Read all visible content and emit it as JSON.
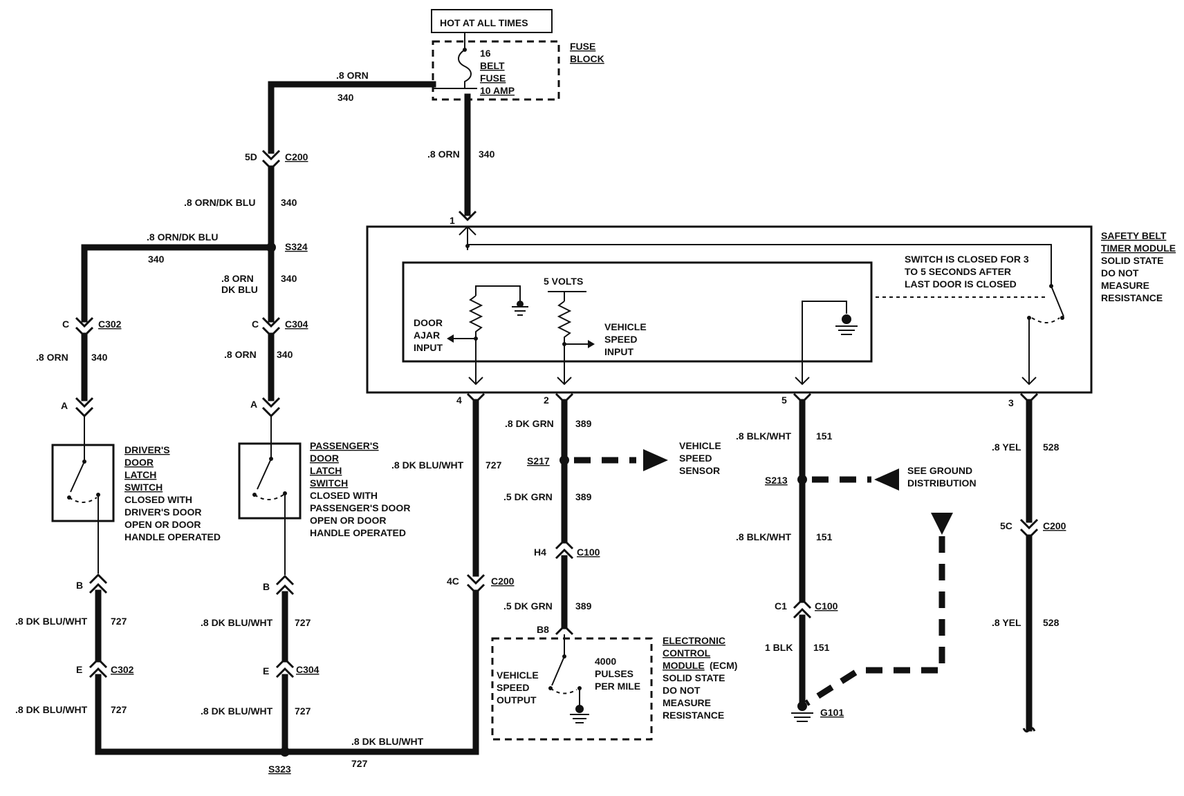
{
  "hot_label": "HOT AT ALL TIMES",
  "fuse": {
    "number": "16",
    "name1": "BELT",
    "name2": "FUSE",
    "rating": "10 AMP",
    "block1": "FUSE",
    "block2": "BLOCK"
  },
  "module": {
    "title1": "SAFETY BELT",
    "title2": "TIMER MODULE",
    "note1": "SOLID STATE",
    "note2": "DO NOT",
    "note3": "MEASURE",
    "note4": "RESISTANCE",
    "switch_note1": "SWITCH IS CLOSED FOR 3",
    "switch_note2": "TO 5 SECONDS AFTER",
    "switch_note3": "LAST DOOR IS CLOSED",
    "volts": "5 VOLTS",
    "door_in1": "DOOR",
    "door_in2": "AJAR",
    "door_in3": "INPUT",
    "vss_in1": "VEHICLE",
    "vss_in2": "SPEED",
    "vss_in3": "INPUT",
    "pin1": "1",
    "pin2": "2",
    "pin3": "3",
    "pin4": "4",
    "pin5": "5"
  },
  "left": {
    "top_wire": ".8 ORN",
    "top_circ": "340",
    "c200_pin": "5D",
    "c200": "C200",
    "w2": ".8 ORN/DK BLU",
    "w2c": "340",
    "s324": "S324",
    "branch_wire": ".8 ORN/DK BLU",
    "branch_circ": "340",
    "w3a": ".8 ORN",
    "w3b": "DK BLU",
    "w3c": "340"
  },
  "driver": {
    "c302_pin": "C",
    "c302": "C302",
    "wire": ".8 ORN",
    "circ": "340",
    "pin_a": "A",
    "sw1": "DRIVER'S",
    "sw2": "DOOR",
    "sw3": "LATCH",
    "sw4": "SWITCH",
    "sw5": "CLOSED WITH",
    "sw6": "DRIVER'S DOOR",
    "sw7": "OPEN OR DOOR",
    "sw8": "HANDLE OPERATED",
    "pin_b": "B",
    "wire2": ".8 DK BLU/WHT",
    "circ2": "727",
    "pin_e": "E",
    "c302b": "C302",
    "wire3": ".8 DK BLU/WHT",
    "circ3": "727"
  },
  "passenger": {
    "c304_pin": "C",
    "c304": "C304",
    "wire": ".8 ORN",
    "circ": "340",
    "pin_a": "A",
    "sw1": "PASSENGER'S",
    "sw2": "DOOR",
    "sw3": "LATCH",
    "sw4": "SWITCH",
    "sw5": "CLOSED WITH",
    "sw6": "PASSENGER'S DOOR",
    "sw7": "OPEN OR DOOR",
    "sw8": "HANDLE OPERATED",
    "pin_b": "B",
    "wire2": ".8 DK BLU/WHT",
    "circ2": "727",
    "pin_e": "E",
    "c304b": "C304",
    "wire3": ".8 DK BLU/WHT",
    "circ3": "727"
  },
  "bottom": {
    "s323": "S323",
    "wire": ".8 DK BLU/WHT",
    "circ": "727"
  },
  "center_left": {
    "feed_wire": ".8 ORN",
    "feed_circ": "340",
    "w4": ".8 DK BLU/WHT",
    "c4": "727",
    "c200_pin": "4C",
    "c200": "C200"
  },
  "vss": {
    "w1": ".8 DK GRN",
    "c1": "389",
    "s217": "S217",
    "sensor1": "VEHICLE",
    "sensor2": "SPEED",
    "sensor3": "SENSOR",
    "w2": ".5 DK GRN",
    "c2": "389",
    "c100_pin": "H4",
    "c100": "C100",
    "w3": ".5 DK GRN",
    "c3": "389",
    "b8": "B8"
  },
  "ecm": {
    "out1": "VEHICLE",
    "out2": "SPEED",
    "out3": "OUTPUT",
    "p1": "4000",
    "p2": "PULSES",
    "p3": "PER MILE",
    "n1": "ELECTRONIC",
    "n2": "CONTROL",
    "n3": "MODULE",
    "n3b": "(ECM)",
    "n4": "SOLID STATE",
    "n5": "DO NOT",
    "n6": "MEASURE",
    "n7": "RESISTANCE"
  },
  "ground": {
    "w1": ".8 BLK/WHT",
    "c1": "151",
    "s213": "S213",
    "see1": "SEE GROUND",
    "see2": "DISTRIBUTION",
    "w2": ".8 BLK/WHT",
    "c2": "151",
    "c100_pin": "C1",
    "c100": "C100",
    "w3": "1 BLK",
    "c3": "151",
    "g101": "G101"
  },
  "right": {
    "w1": ".8 YEL",
    "c1": "528",
    "c200_pin": "5C",
    "c200": "C200",
    "w2": ".8 YEL",
    "c2": "528"
  }
}
